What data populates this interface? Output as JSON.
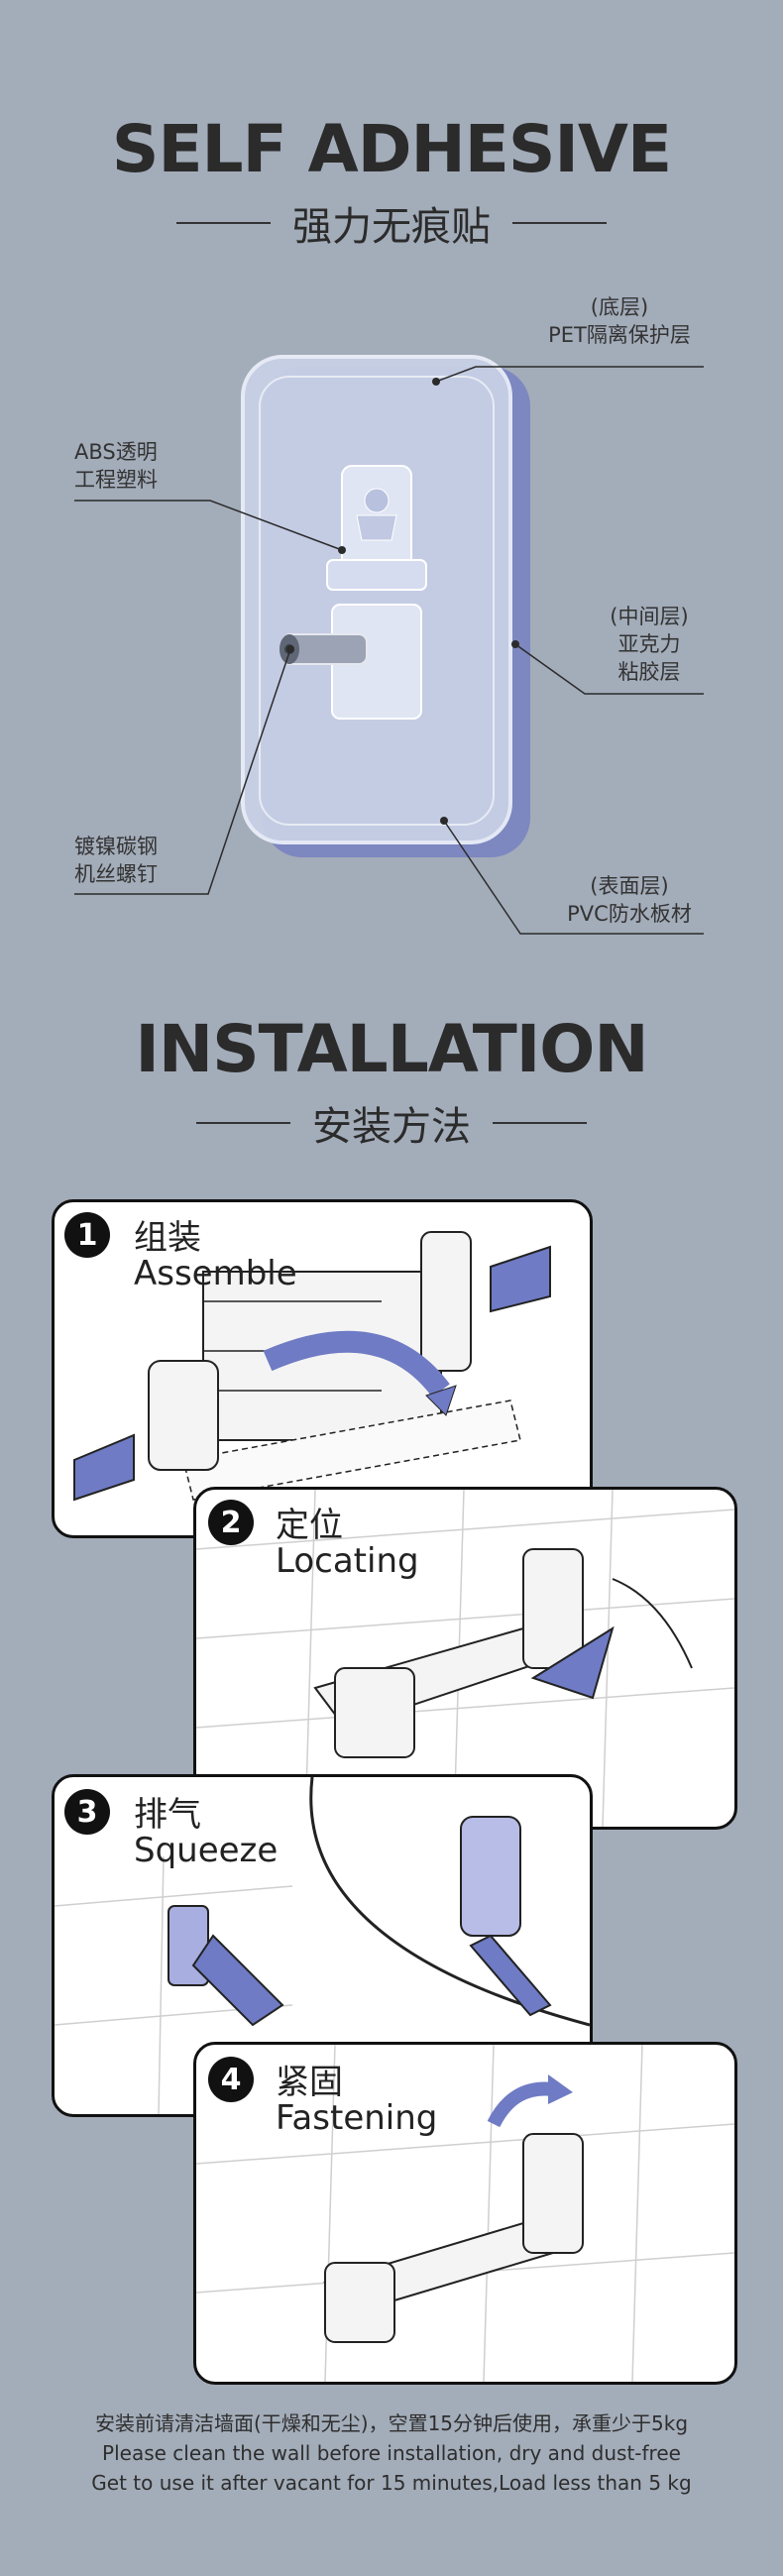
{
  "section1": {
    "title": "SELF ADHESIVE",
    "subtitle": "强力无痕贴",
    "labels": {
      "pet_line1": "(底层)",
      "pet_line2": "PET隔离保护层",
      "abs_line1": "ABS透明",
      "abs_line2": "工程塑料",
      "acrylic_line1": "(中间层)",
      "acrylic_line2": "亚克力",
      "acrylic_line3": "粘胶层",
      "screw_line1": "镀镍碳钢",
      "screw_line2": "机丝螺钉",
      "pvc_line1": "(表面层)",
      "pvc_line2": "PVC防水板材"
    }
  },
  "section2": {
    "title": "INSTALLATION",
    "subtitle": "安装方法"
  },
  "steps": [
    {
      "num": "1",
      "cn": "组装",
      "en": "Assemble"
    },
    {
      "num": "2",
      "cn": "定位",
      "en": "Locating"
    },
    {
      "num": "3",
      "cn": "排气",
      "en": "Squeeze"
    },
    {
      "num": "4",
      "cn": "紧固",
      "en": "Fastening"
    }
  ],
  "notes": {
    "line1": "安装前请清洁墙面(干燥和无尘)，空置15分钟后使用，承重少于5kg",
    "line2": "Please clean the wall before installation, dry and dust-free",
    "line3": "Get to use it after vacant for 15 minutes,Load less than 5 kg"
  },
  "colors": {
    "background": "#a3acb9",
    "accent_blue": "#6f7bc4",
    "card_bg": "#ffffff",
    "text": "#2b2b2b"
  }
}
